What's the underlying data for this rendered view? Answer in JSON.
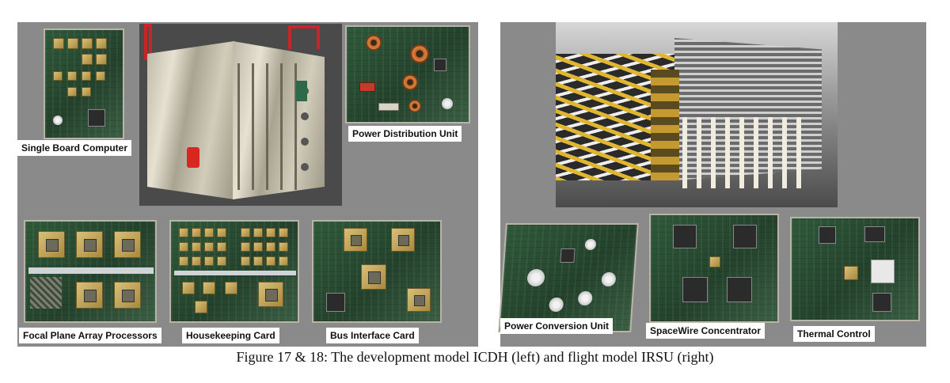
{
  "figure": {
    "caption": "Figure 17 & 18: The development model ICDH (left) and flight model IRSU (right)"
  },
  "left_panel": {
    "labels": {
      "single_board_computer": "Single Board Computer",
      "power_distribution_unit": "Power Distribution Unit",
      "focal_plane_array_processors": "Focal Plane Array Processors",
      "housekeeping_card": "Housekeeping Card",
      "bus_interface_card": "Bus Interface Card"
    }
  },
  "right_panel": {
    "labels": {
      "power_conversion_unit": "Power Conversion Unit",
      "spacewire_concentrator": "SpaceWire Concentrator",
      "thermal_control": "Thermal Control"
    }
  },
  "colors": {
    "panel_background": "#8a8a8a",
    "label_background": "#ffffff",
    "pcb_green": "#2f5a3a"
  }
}
